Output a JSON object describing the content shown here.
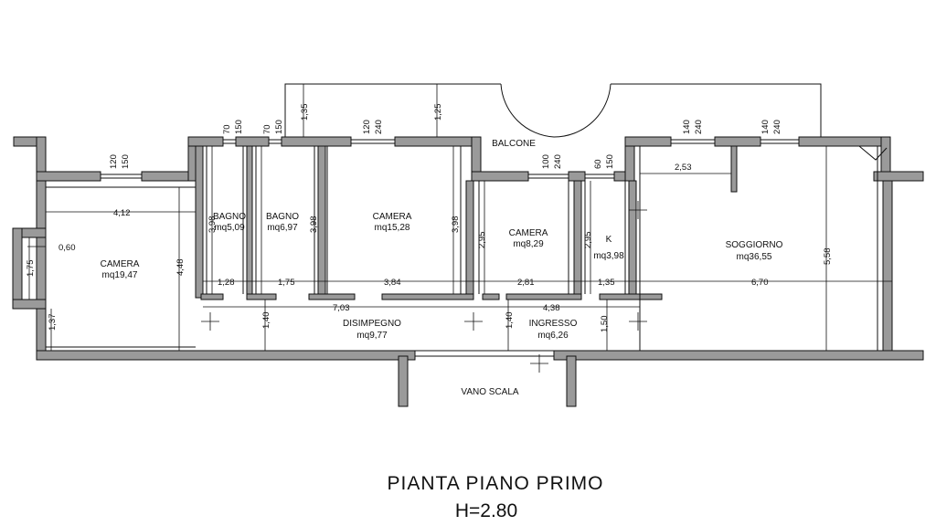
{
  "rooms": {
    "camera1": {
      "name": "CAMERA",
      "area": "mq19,47"
    },
    "bagno1": {
      "name": "BAGNO",
      "area": "mq5,09"
    },
    "bagno2": {
      "name": "BAGNO",
      "area": "mq6,97"
    },
    "camera2": {
      "name": "CAMERA",
      "area": "mq15,28"
    },
    "camera3": {
      "name": "CAMERA",
      "area": "mq8,29"
    },
    "kitchen": {
      "name": "K",
      "area": "mq3,98"
    },
    "soggiorno": {
      "name": "SOGGIORNO",
      "area": "mq36,55"
    },
    "disimpegno": {
      "name": "DISIMPEGNO",
      "area": "mq9,77"
    },
    "ingresso": {
      "name": "INGRESSO",
      "area": "mq6,26"
    }
  },
  "labels": {
    "balcone": "BALCONE",
    "vano_scala": "VANO SCALA"
  },
  "dims": {
    "w120a": "120",
    "w150a": "150",
    "w70a": "70",
    "w150b": "150",
    "w70b": "70",
    "w150c": "150",
    "balc135": "1,35",
    "w120b": "120",
    "w240a": "240",
    "balc125": "1,25",
    "w100": "100",
    "w240b": "240",
    "w60": "60",
    "w150d": "150",
    "w140a": "140",
    "w240c": "240",
    "w140b": "140",
    "w240d": "240",
    "d412": "4,12",
    "d060": "0,60",
    "d175v": "1,75",
    "d448": "4,48",
    "d137": "1,37",
    "d398a": "3,98",
    "d398b": "3,98",
    "d398c": "3,98",
    "d128": "1,28",
    "d175": "1,75",
    "d384": "3,84",
    "d703": "7,03",
    "d140a": "1,40",
    "d295a": "2,95",
    "d281": "2,81",
    "d438": "4,38",
    "d140b": "1,40",
    "d295b": "2,95",
    "d135": "1,35",
    "d150": "1,50",
    "d253": "2,53",
    "d558": "5,58",
    "d670": "6,70"
  },
  "caption": {
    "title": "PIANTA PIANO PRIMO",
    "height": "H=2.80"
  }
}
